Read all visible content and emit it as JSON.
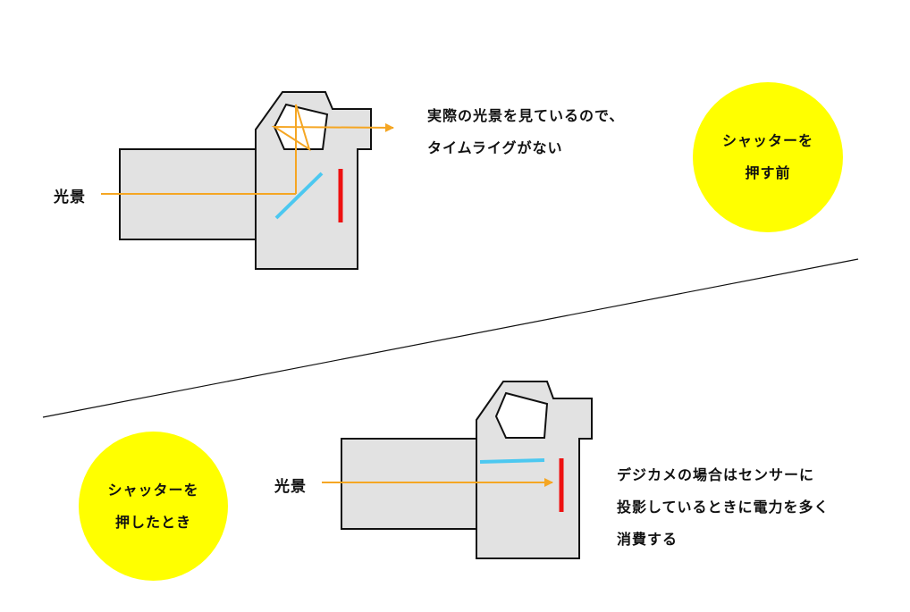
{
  "colors": {
    "camera_body": "#e2e2e2",
    "outline": "#111111",
    "light_path": "#f5a623",
    "mirror": "#4cc8f0",
    "sensor": "#ee1111",
    "badge": "#ffff00"
  },
  "top": {
    "light_label": "光景",
    "note_lines": [
      "実際の光景を見ているので、",
      "タイムライグがない"
    ],
    "badge_lines": [
      "シャッターを",
      "押す前"
    ]
  },
  "bottom": {
    "light_label": "光景",
    "note_lines": [
      "デジカメの場合はセンサーに",
      "投影しているときに電力を多く",
      "消費する"
    ],
    "badge_lines": [
      "シャッターを",
      "押したとき"
    ]
  }
}
